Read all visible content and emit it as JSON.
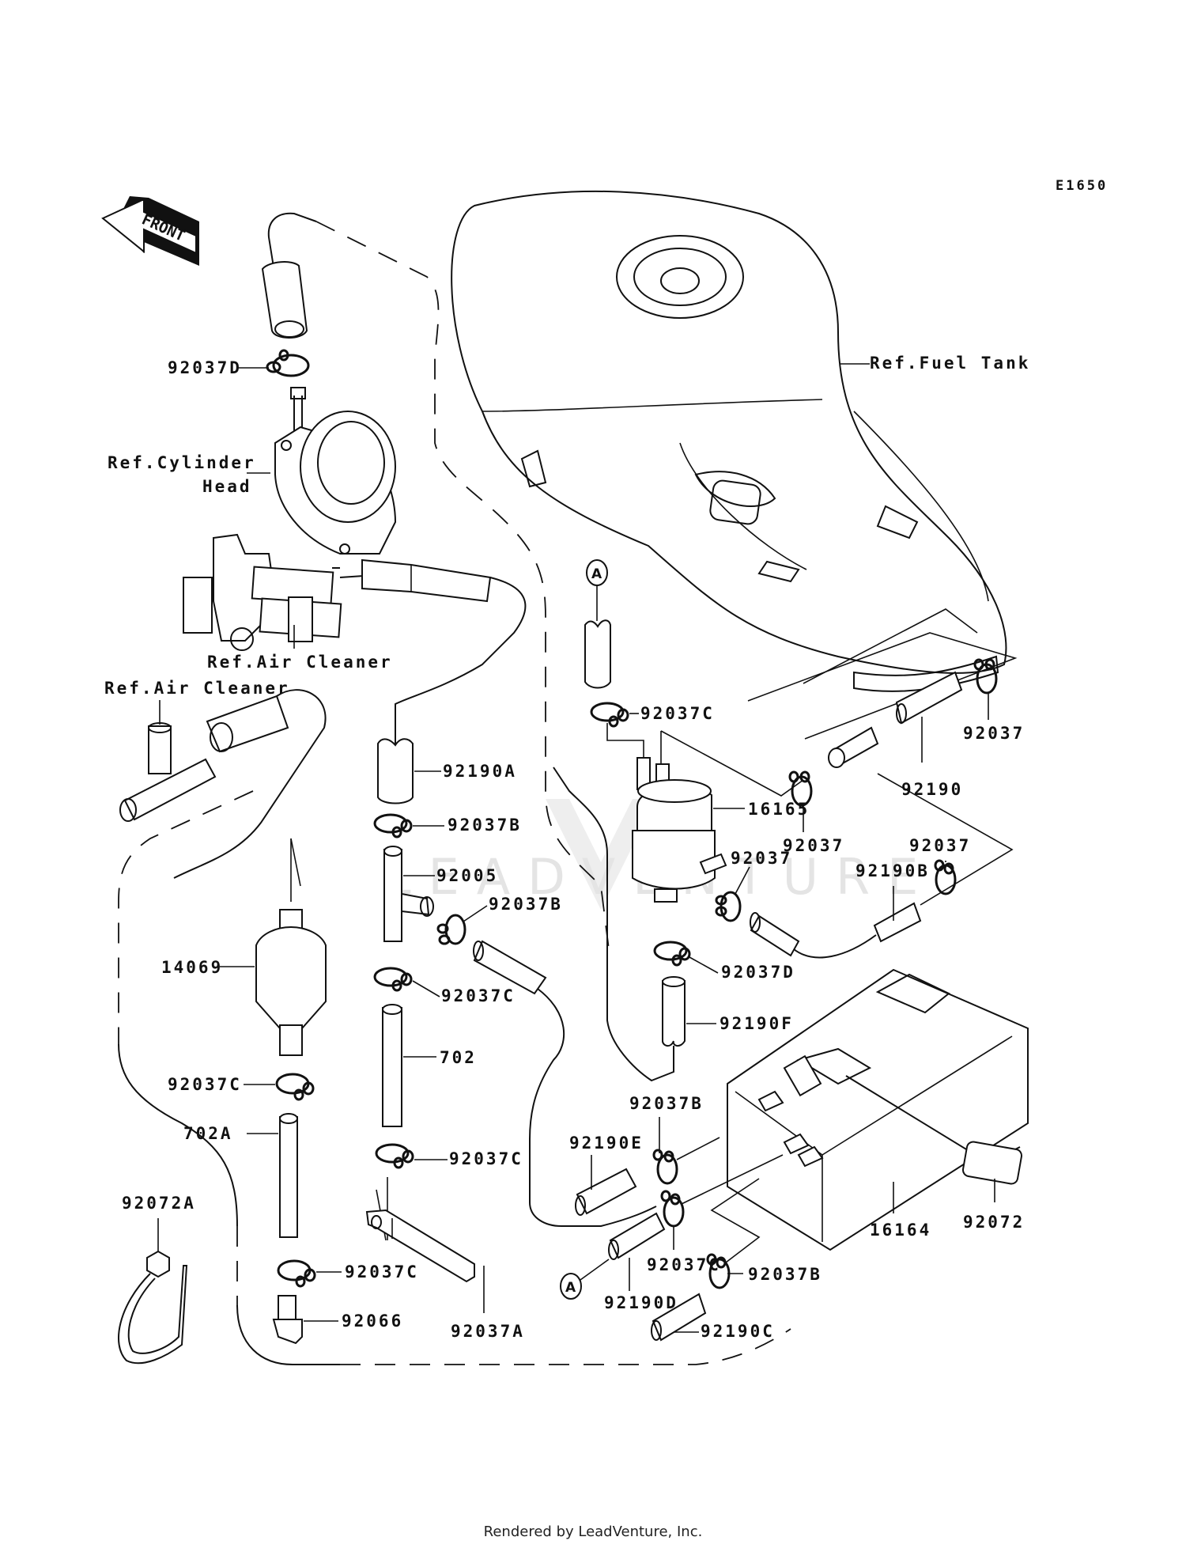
{
  "diagram": {
    "code": "E1650",
    "front_arrow": "FRONT",
    "watermark": "LEADVENTURE",
    "footer": "Rendered by LeadVenture, Inc.",
    "connector_marker": "A",
    "references": {
      "fuel_tank": "Ref.Fuel Tank",
      "cylinder_head_line1": "Ref.Cylinder",
      "cylinder_head_line2": "Head",
      "air_cleaner_1": "Ref.Air Cleaner",
      "air_cleaner_2": "Ref.Air Cleaner"
    },
    "parts": {
      "p92037D_top": "92037D",
      "p92190A": "92190A",
      "p92037B_1": "92037B",
      "p92005": "92005",
      "p92037B_2": "92037B",
      "p14069": "14069",
      "p92037C_1": "92037C",
      "p702": "702",
      "p92037C_left": "92037C",
      "p702A": "702A",
      "p92037C_2": "92037C",
      "p92072A": "92072A",
      "p92037C_3": "92037C",
      "p92066": "92066",
      "p92037A": "92037A",
      "p92037C_top": "92037C",
      "p16165": "16165",
      "p92037_a": "92037",
      "p92190": "92190",
      "p92037_b": "92037",
      "p92037_c": "92037",
      "p92037_d": "92037",
      "p92190B": "92190B",
      "p92037D_mid": "92037D",
      "p92190F": "92190F",
      "p92037B_3": "92037B",
      "p92190E": "92190E",
      "p92037C_4": "92037C",
      "p92190D": "92190D",
      "p92037B_4": "92037B",
      "p92190C": "92190C",
      "p16164": "16164",
      "p92072": "92072"
    }
  }
}
